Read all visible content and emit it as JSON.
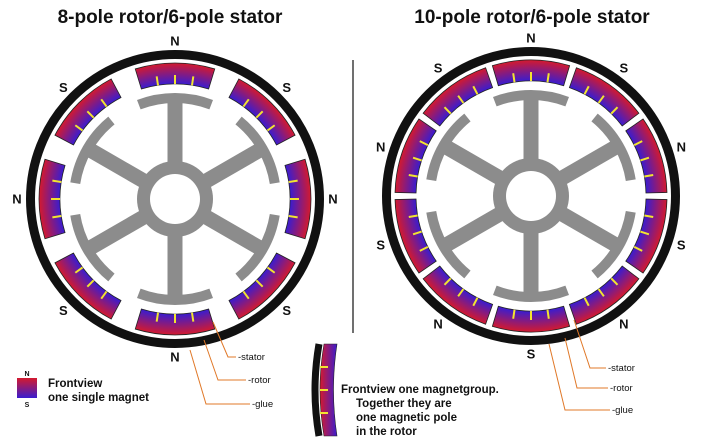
{
  "colors": {
    "rotor_ring": "#111111",
    "magnet_outer": "#d41a2e",
    "magnet_inner": "#3a1ccf",
    "glue": "#f2e430",
    "stator": "#8c8c8c",
    "leader": "#e07828"
  },
  "left_motor": {
    "title": "8-pole rotor/6-pole stator",
    "magnet_groups": 8,
    "stator_arms": 6,
    "pole_labels": [
      "N",
      "S",
      "N",
      "S",
      "N",
      "S",
      "N",
      "S"
    ],
    "callouts": [
      "-stator",
      "-rotor",
      "-glue"
    ]
  },
  "right_motor": {
    "title": "10-pole rotor/6-pole stator",
    "magnet_groups": 10,
    "stator_arms": 6,
    "pole_labels": [
      "N",
      "S",
      "N",
      "S",
      "N",
      "S",
      "N",
      "S",
      "N",
      "S"
    ],
    "callouts": [
      "-stator",
      "-rotor",
      "-glue"
    ]
  },
  "legend_single": {
    "n_label": "N",
    "s_label": "S",
    "line1": "Frontview",
    "line2": "one single magnet"
  },
  "legend_group": {
    "lines": [
      "Frontview one magnetgroup.",
      "Together they are",
      "one magnetic pole",
      "in the rotor"
    ]
  }
}
